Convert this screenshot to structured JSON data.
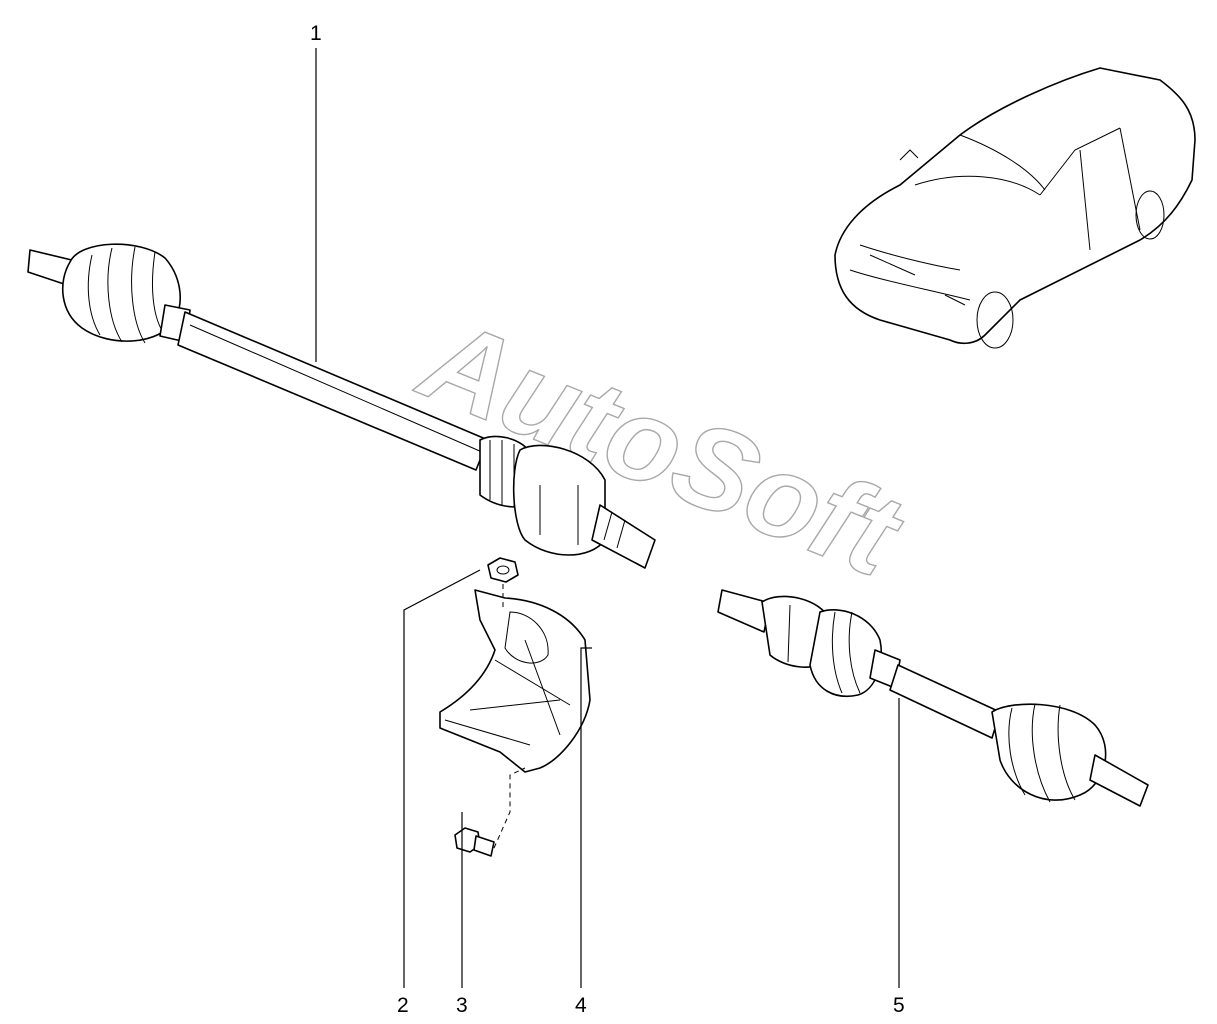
{
  "watermark": "AutoSoft",
  "callouts": {
    "c1": "1",
    "c2": "2",
    "c3": "3",
    "c4": "4",
    "c5": "5"
  }
}
